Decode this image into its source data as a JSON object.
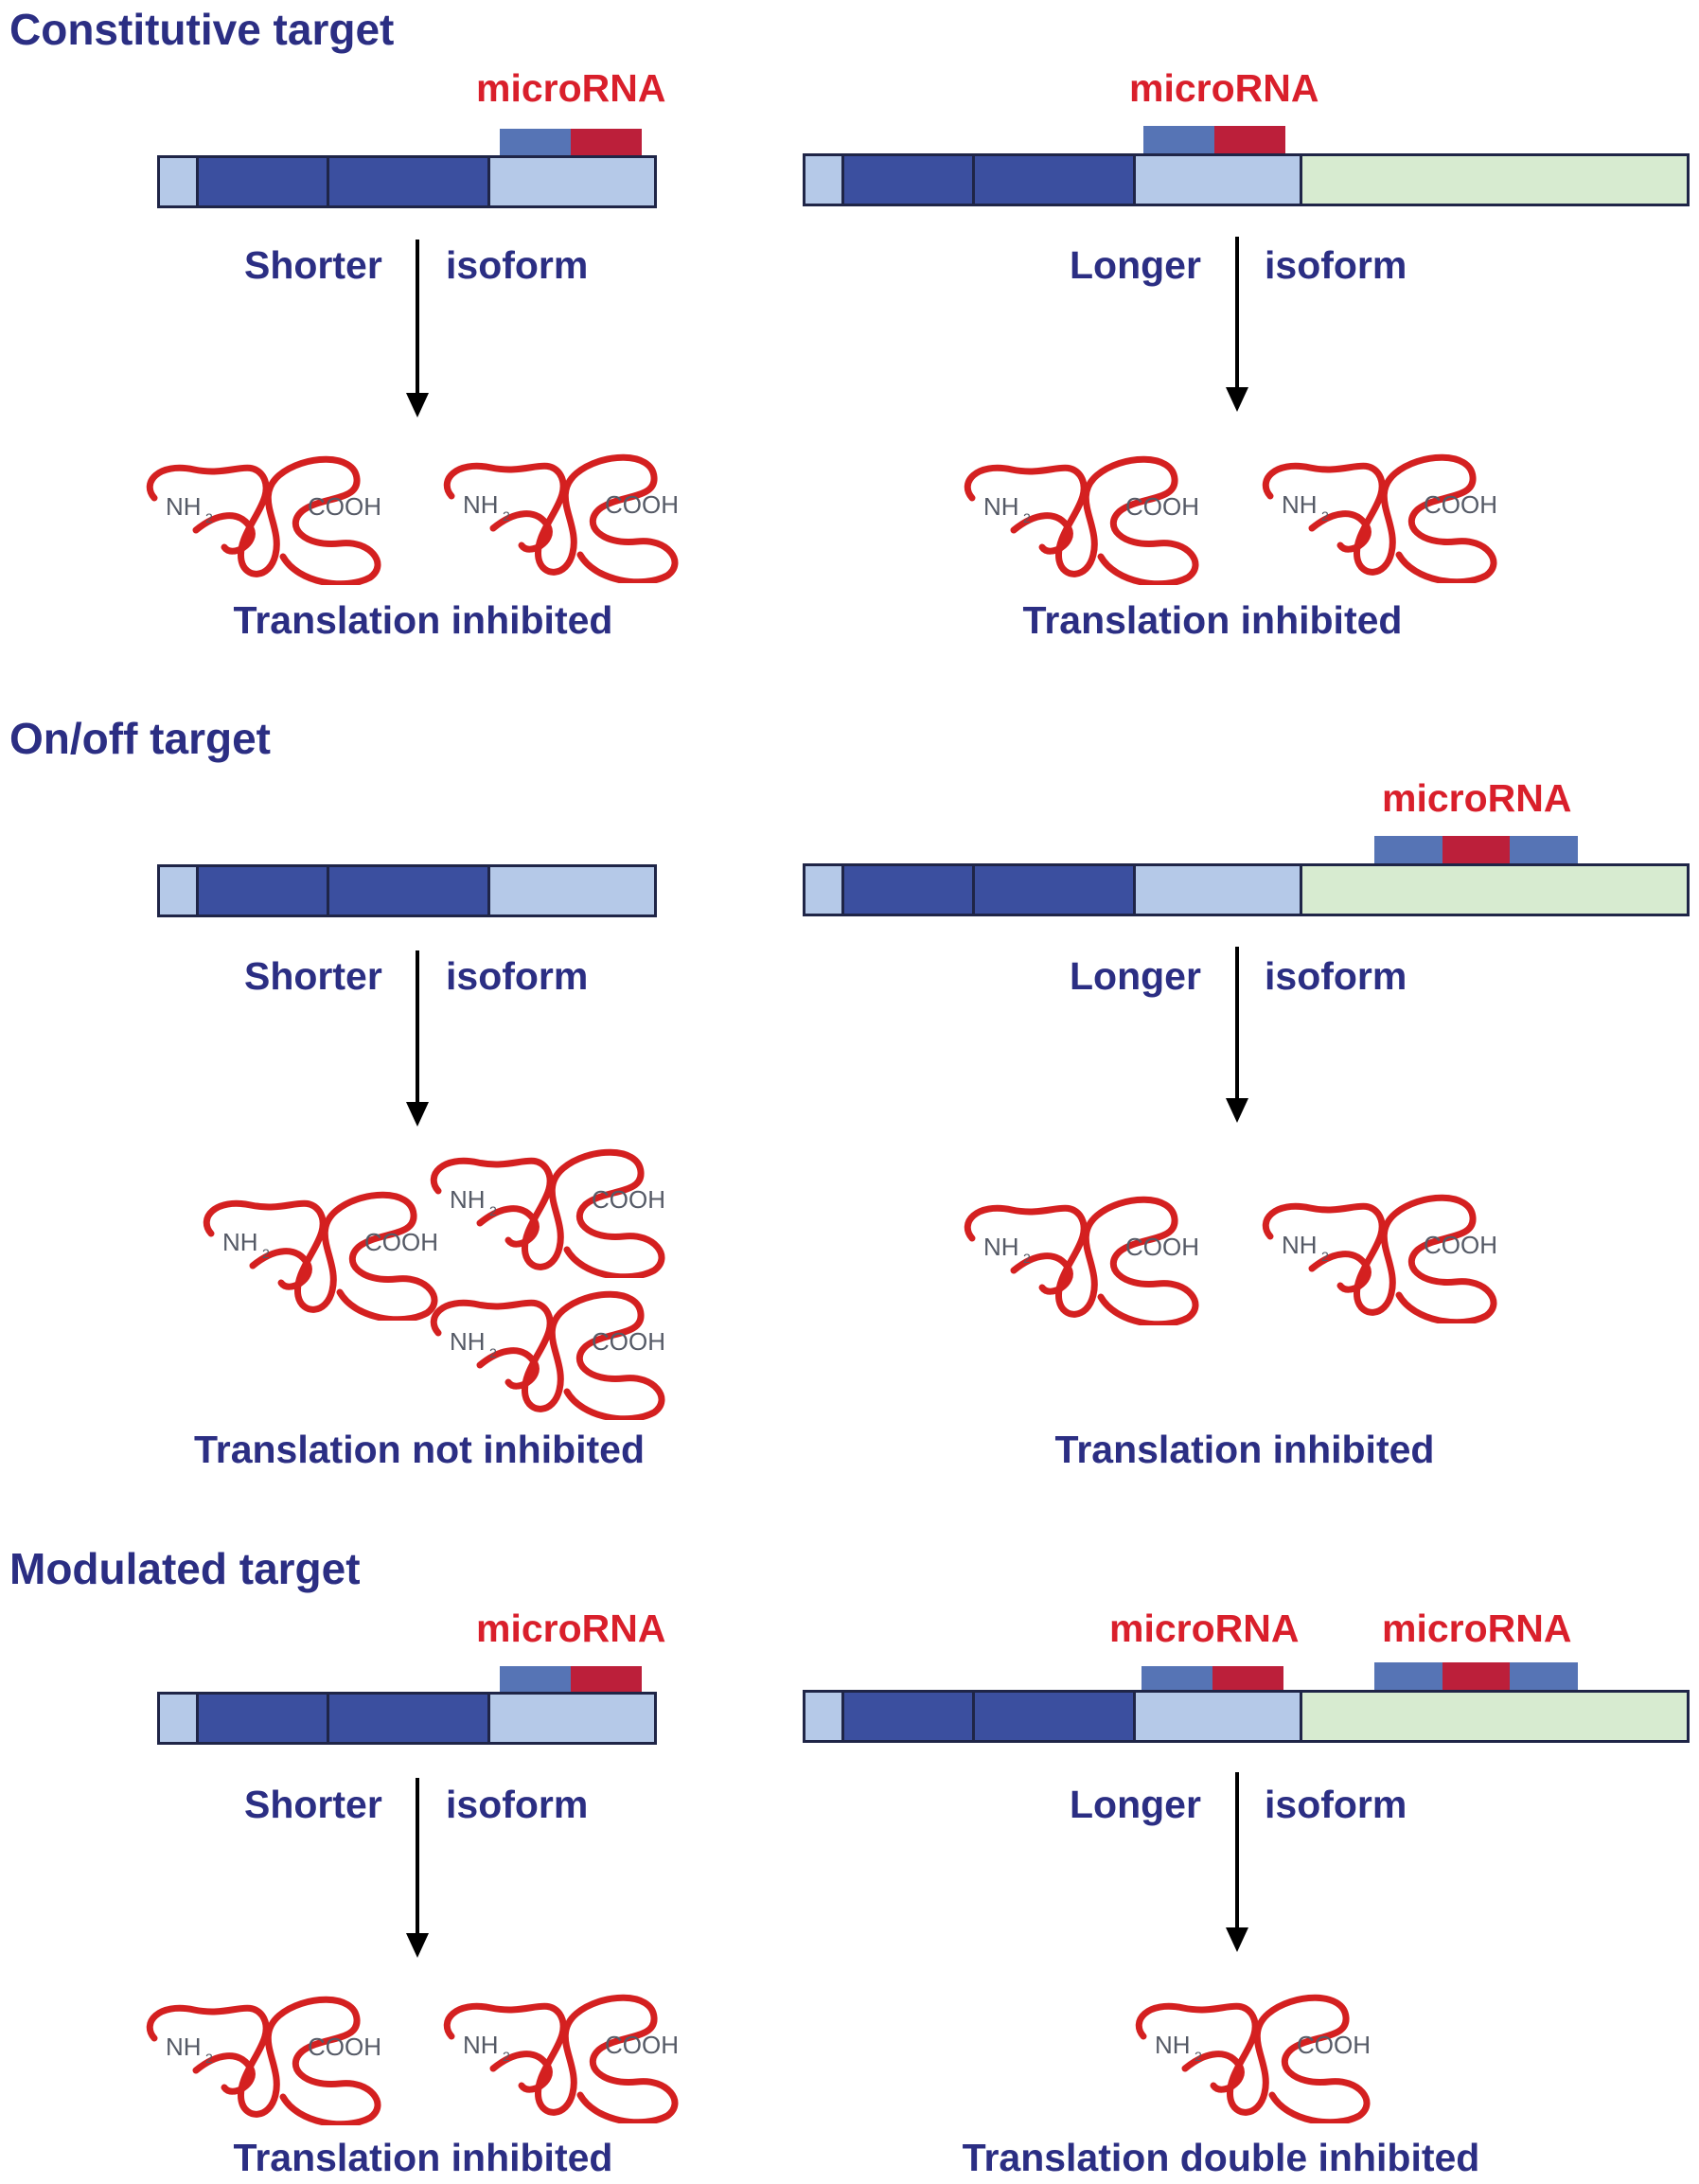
{
  "sections": [
    {
      "title": "Constitutive target",
      "left": {
        "microrna_labels": [
          "microRNA"
        ],
        "isoform_prefix": "Shorter",
        "isoform_word": "isoform",
        "protein_count": 2,
        "result": "Translation inhibited"
      },
      "right": {
        "microrna_labels": [
          "microRNA"
        ],
        "isoform_prefix": "Longer",
        "isoform_word": "isoform",
        "protein_count": 2,
        "result": "Translation inhibited"
      }
    },
    {
      "title": "On/off target",
      "left": {
        "microrna_labels": [],
        "isoform_prefix": "Shorter",
        "isoform_word": "isoform",
        "protein_count": 3,
        "result": "Translation not inhibited"
      },
      "right": {
        "microrna_labels": [
          "microRNA"
        ],
        "isoform_prefix": "Longer",
        "isoform_word": "isoform",
        "protein_count": 2,
        "result": "Translation inhibited"
      }
    },
    {
      "title": "Modulated target",
      "left": {
        "microrna_labels": [
          "microRNA"
        ],
        "isoform_prefix": "Shorter",
        "isoform_word": "isoform",
        "protein_count": 2,
        "result": "Translation inhibited"
      },
      "right": {
        "microrna_labels": [
          "microRNA",
          "microRNA"
        ],
        "isoform_prefix": "Longer",
        "isoform_word": "isoform",
        "protein_count": 1,
        "result": "Translation double inhibited"
      }
    }
  ],
  "protein": {
    "n_term": "NH",
    "n_term_subscript": "2",
    "c_term": "COOH"
  },
  "colors": {
    "heading": "#2b2e83",
    "microrna_text": "#d91f2b",
    "coding_exon": "#3b4f9f",
    "utr_common": "#b5c9e8",
    "utr_extended": "#d7ebd0",
    "mirna_blue": "#5674b5",
    "mirna_red": "#bc1f3a",
    "protein": "#d42020"
  }
}
